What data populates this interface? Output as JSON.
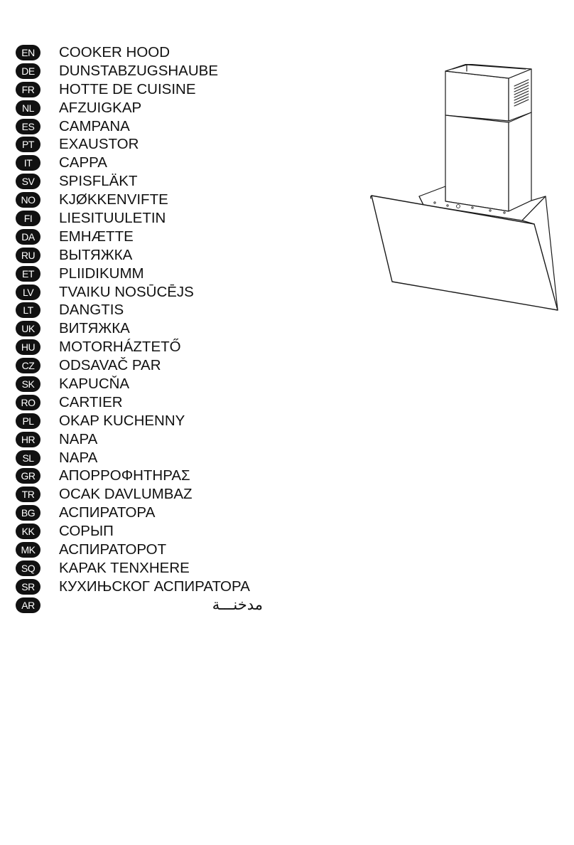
{
  "languages": [
    {
      "code": "EN",
      "name": "COOKER HOOD"
    },
    {
      "code": "DE",
      "name": "DUNSTABZUGSHAUBE"
    },
    {
      "code": "FR",
      "name": "HOTTE DE CUISINE"
    },
    {
      "code": "NL",
      "name": "AFZUIGKAP"
    },
    {
      "code": "ES",
      "name": "CAMPANA"
    },
    {
      "code": "PT",
      "name": "EXAUSTOR"
    },
    {
      "code": "IT",
      "name": "CAPPA"
    },
    {
      "code": "SV",
      "name": "SPISFLÄKT"
    },
    {
      "code": "NO",
      "name": "KJØKKENVIFTE"
    },
    {
      "code": "FI",
      "name": "LIESITUULETIN"
    },
    {
      "code": "DA",
      "name": "EMHÆTTE"
    },
    {
      "code": "RU",
      "name": "ВЫТЯЖКА"
    },
    {
      "code": "ET",
      "name": "PLIIDIKUMM"
    },
    {
      "code": "LV",
      "name": "TVAIKU NOSŪCĒJS"
    },
    {
      "code": "LT",
      "name": "DANGTIS"
    },
    {
      "code": "UK",
      "name": "ВИТЯЖКА"
    },
    {
      "code": "HU",
      "name": "MOTORHÁZTETŐ"
    },
    {
      "code": "CZ",
      "name": "ODSAVAČ PAR"
    },
    {
      "code": "SK",
      "name": "KAPUCŇA"
    },
    {
      "code": "RO",
      "name": "CARTIER"
    },
    {
      "code": "PL",
      "name": "OKAP KUCHENNY"
    },
    {
      "code": "HR",
      "name": "NAPA"
    },
    {
      "code": "SL",
      "name": "NAPA"
    },
    {
      "code": "GR",
      "name": "ΑΠΟΡΡΟΦΗΤΗΡΑΣ"
    },
    {
      "code": "TR",
      "name": "OCAK DAVLUMBAZ"
    },
    {
      "code": "BG",
      "name": "АСПИРАТОРА"
    },
    {
      "code": "KK",
      "name": "СОРЫП"
    },
    {
      "code": "MK",
      "name": "АСПИРАТОРОТ"
    },
    {
      "code": "SQ",
      "name": "KAPAK TENXHERE"
    },
    {
      "code": "SR",
      "name": "КУХИЊСКОГ АСПИРАТОРА"
    },
    {
      "code": "AR",
      "name": "مدخنـــة"
    }
  ],
  "illustration": {
    "icon": "cooker-hood-line-drawing",
    "stroke_color": "#1a1a1a"
  }
}
